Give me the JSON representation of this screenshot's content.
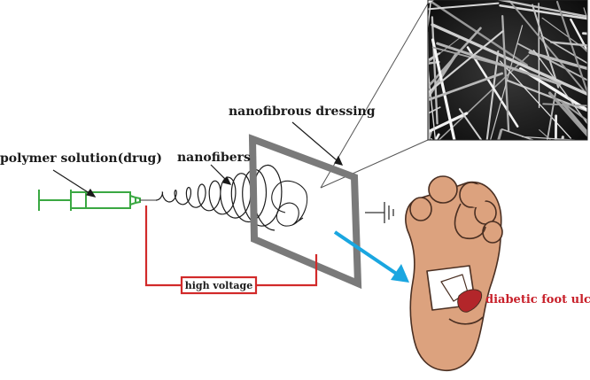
{
  "labels": {
    "polymer_solution": "polymer solution(drug)",
    "nanofibers": "nanofibers",
    "nanofibrous_dressing": "nanofibrous dressing",
    "high_voltage": "high voltage",
    "diabetic_foot_ulcer": "diabetic foot ulcer"
  },
  "colors": {
    "syringe": "#3aa842",
    "circuit_wire": "#d22a2a",
    "collector_frame": "#7a7a7a",
    "delivery_arrow": "#1aa6e0",
    "skin": "#dca27e",
    "skin_outline": "#4a2f22",
    "wound": "#b3262a",
    "label_accent": "#c8202a"
  },
  "icons": [
    "syringe-icon",
    "ground-icon",
    "foot-icon",
    "sem-micrograph-image"
  ]
}
